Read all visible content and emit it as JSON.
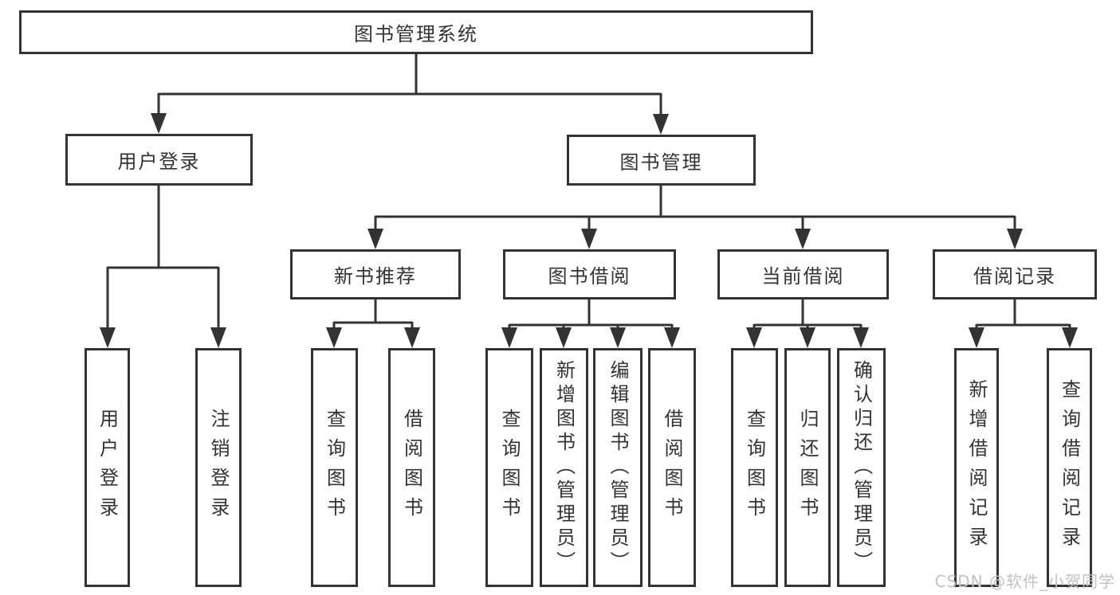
{
  "tree": {
    "root": {
      "label": "图书管理系统"
    },
    "branches": [
      {
        "label": "用户登录",
        "leaves": [
          "用户登录",
          "注销登录"
        ]
      },
      {
        "label": "图书管理",
        "groups": [
          {
            "label": "新书推荐",
            "leaves": [
              "查询图书",
              "借阅图书"
            ]
          },
          {
            "label": "图书借阅",
            "leaves": [
              "查询图书",
              "新增图书（管理员）",
              "编辑图书（管理员）",
              "借阅图书"
            ]
          },
          {
            "label": "当前借阅",
            "leaves": [
              "查询图书",
              "归还图书",
              "确认归还（管理员）"
            ]
          },
          {
            "label": "借阅记录",
            "leaves": [
              "新增借阅记录",
              "查询借阅记录"
            ]
          }
        ]
      }
    ]
  },
  "watermark": {
    "text": "CSDN @软件_小贺同学"
  },
  "colors": {
    "line": "#333333",
    "text": "#333333",
    "background": "#ffffff",
    "watermark": "#c2c2c2"
  }
}
